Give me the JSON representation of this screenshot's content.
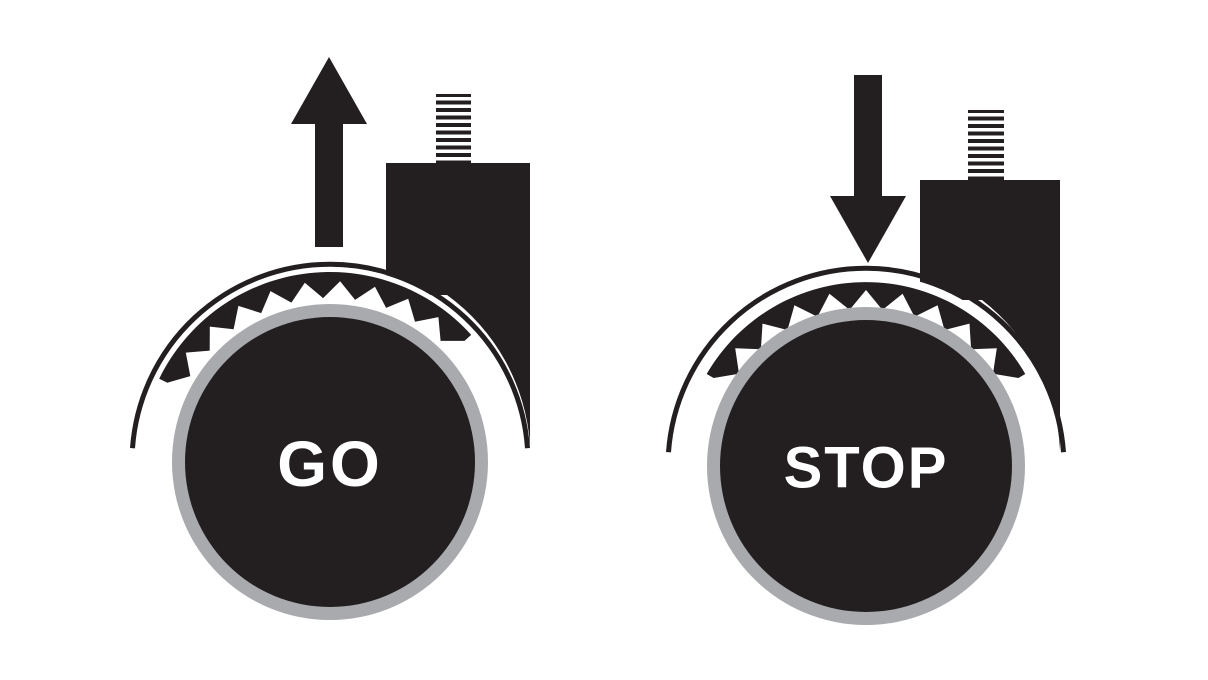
{
  "diagram_title": "caster-wheel-brake-instruction",
  "colors": {
    "ink": "#231f20",
    "wheel_ring": "#a8aaad",
    "background": "#ffffff",
    "label_text": "#ffffff"
  },
  "figures": {
    "left": {
      "label": "GO",
      "arrow_direction": "up",
      "meaning": "lever lifted - wheel released"
    },
    "right": {
      "label": "STOP",
      "arrow_direction": "down",
      "meaning": "lever pressed - wheel braked"
    }
  }
}
